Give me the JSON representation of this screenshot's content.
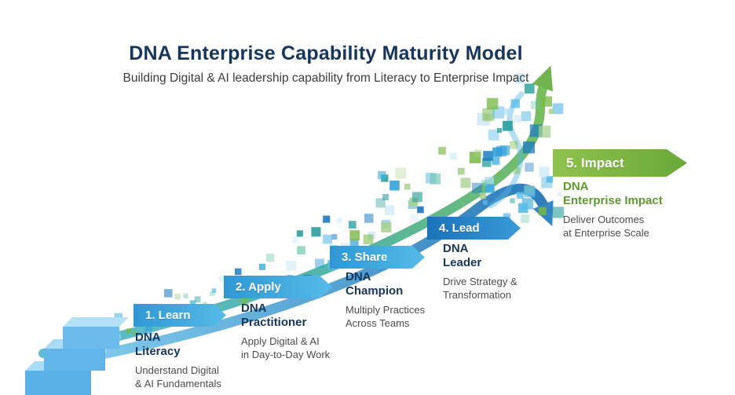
{
  "header": {
    "title": "DNA Enterprise Capability Maturity Model",
    "subtitle": "Building Digital & AI leadership capability from Literacy to Enterprise Impact"
  },
  "stages": [
    {
      "label": "1. Learn",
      "name": [
        "DNA",
        "Literacy"
      ],
      "desc": [
        "Understand Digital",
        "& AI Fundamentals"
      ]
    },
    {
      "label": "2. Apply",
      "name": [
        "DNA",
        "Practitioner"
      ],
      "desc": [
        "Apply Digital & AI",
        "in Day-to-Day Work"
      ]
    },
    {
      "label": "3. Share",
      "name": [
        "DNA",
        "Champion"
      ],
      "desc": [
        "Multiply Practices",
        "Across Teams"
      ]
    },
    {
      "label": "4. Lead",
      "name": [
        "DNA",
        "Leader"
      ],
      "desc": [
        "Drive Strategy &",
        "Transformation"
      ]
    },
    {
      "label": "5. Impact",
      "name": [
        "DNA",
        "Enterprise Impact"
      ],
      "desc": [
        "Deliver Outcomes",
        "at Enterprise Scale"
      ]
    }
  ],
  "colors": {
    "title_navy": "#16365c",
    "subtitle_gray": "#3c3c3c",
    "stage_blue": "#2f98d3",
    "stage_blue_deep": "#1b72b8",
    "stage_green": "#69a838",
    "impact_name_green": "#5d9b2f",
    "desc_gray": "#4d4d4d",
    "ribbon_teal": "#3fb3c9",
    "ribbon_blue": "#1a6fb5",
    "stairs_blue": "#58b0e6"
  }
}
